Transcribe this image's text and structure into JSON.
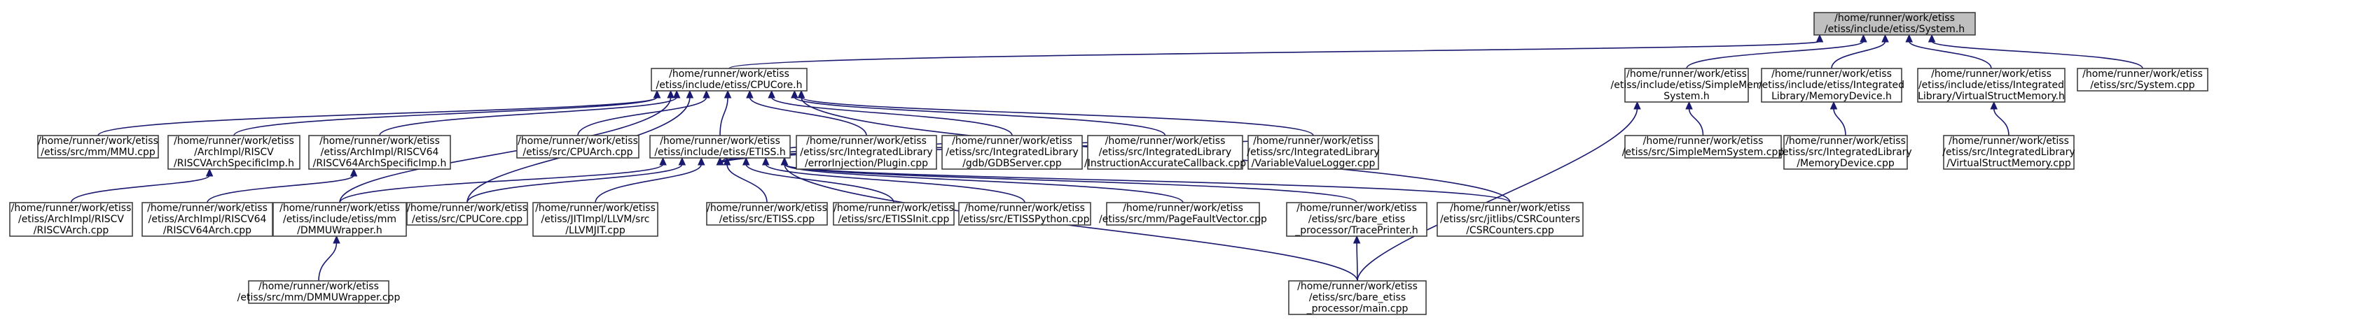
{
  "graph": {
    "nodes": [
      {
        "id": "system_h",
        "lines": [
          "/home/runner/work/etiss",
          "/etiss/include/etiss/System.h"
        ],
        "root": true
      },
      {
        "id": "cpucore_h",
        "lines": [
          "/home/runner/work/etiss",
          "/etiss/include/etiss/CPUCore.h"
        ]
      },
      {
        "id": "simplemem_h",
        "lines": [
          "/home/runner/work/etiss",
          "/etiss/include/etiss/SimpleMem",
          "System.h"
        ]
      },
      {
        "id": "memdev_h",
        "lines": [
          "/home/runner/work/etiss",
          "/etiss/include/etiss/Integrated",
          "Library/MemoryDevice.h"
        ]
      },
      {
        "id": "vsm_h",
        "lines": [
          "/home/runner/work/etiss",
          "/etiss/include/etiss/Integrated",
          "Library/VirtualStructMemory.h"
        ]
      },
      {
        "id": "system_cpp",
        "lines": [
          "/home/runner/work/etiss",
          "/etiss/src/System.cpp"
        ]
      },
      {
        "id": "mmu_cpp",
        "lines": [
          "/home/runner/work/etiss",
          "/etiss/src/mm/MMU.cpp"
        ]
      },
      {
        "id": "riscv_h",
        "lines": [
          "/home/runner/work/etiss",
          "/ArchImpl/RISCV",
          "/RISCVArchSpecificImp.h"
        ]
      },
      {
        "id": "riscv64_h",
        "lines": [
          "/home/runner/work/etiss",
          "/etiss/ArchImpl/RISCV64",
          "/RISCV64ArchSpecificImp.h"
        ]
      },
      {
        "id": "cpuarch_cpp",
        "lines": [
          "/home/runner/work/etiss",
          "/etiss/src/CPUArch.cpp"
        ]
      },
      {
        "id": "etiss_h",
        "lines": [
          "/home/runner/work/etiss",
          "/etiss/include/etiss/ETISS.h"
        ]
      },
      {
        "id": "errinj_cpp",
        "lines": [
          "/home/runner/work/etiss",
          "/etiss/src/IntegratedLibrary",
          "/errorInjection/Plugin.cpp"
        ]
      },
      {
        "id": "gdb_cpp",
        "lines": [
          "/home/runner/work/etiss",
          "/etiss/src/IntegratedLibrary",
          "/gdb/GDBServer.cpp"
        ]
      },
      {
        "id": "iac_cpp",
        "lines": [
          "/home/runner/work/etiss",
          "/etiss/src/IntegratedLibrary",
          "/InstructionAccurateCallback.cpp"
        ]
      },
      {
        "id": "vvl_cpp",
        "lines": [
          "/home/runner/work/etiss",
          "/etiss/src/IntegratedLibrary",
          "/VariableValueLogger.cpp"
        ]
      },
      {
        "id": "simplemem_cpp",
        "lines": [
          "/home/runner/work/etiss",
          "/etiss/src/SimpleMemSystem.cpp"
        ]
      },
      {
        "id": "memdev_cpp",
        "lines": [
          "/home/runner/work/etiss",
          "/etiss/src/IntegratedLibrary",
          "/MemoryDevice.cpp"
        ]
      },
      {
        "id": "vsm_cpp",
        "lines": [
          "/home/runner/work/etiss",
          "/etiss/src/IntegratedLibrary",
          "/VirtualStructMemory.cpp"
        ]
      },
      {
        "id": "riscvarch_cpp",
        "lines": [
          "/home/runner/work/etiss",
          "/etiss/ArchImpl/RISCV",
          "/RISCVArch.cpp"
        ]
      },
      {
        "id": "riscv64arch_cpp",
        "lines": [
          "/home/runner/work/etiss",
          "/etiss/ArchImpl/RISCV64",
          "/RISCV64Arch.cpp"
        ]
      },
      {
        "id": "dmmu_h",
        "lines": [
          "/home/runner/work/etiss",
          "/etiss/include/etiss/mm",
          "/DMMUWrapper.h"
        ]
      },
      {
        "id": "cpucore_cpp",
        "lines": [
          "/home/runner/work/etiss",
          "/etiss/src/CPUCore.cpp"
        ]
      },
      {
        "id": "llvmjit_cpp",
        "lines": [
          "/home/runner/work/etiss",
          "/etiss/JITImpl/LLVM/src",
          "/LLVMJIT.cpp"
        ]
      },
      {
        "id": "etiss_cpp",
        "lines": [
          "/home/runner/work/etiss",
          "/etiss/src/ETISS.cpp"
        ]
      },
      {
        "id": "etissinit_cpp",
        "lines": [
          "/home/runner/work/etiss",
          "/etiss/src/ETISSInit.cpp"
        ]
      },
      {
        "id": "etisspy_cpp",
        "lines": [
          "/home/runner/work/etiss",
          "/etiss/src/ETISSPython.cpp"
        ]
      },
      {
        "id": "pfv_cpp",
        "lines": [
          "/home/runner/work/etiss",
          "/etiss/src/mm/PageFaultVector.cpp"
        ]
      },
      {
        "id": "traceprinter_h",
        "lines": [
          "/home/runner/work/etiss",
          "/etiss/src/bare_etiss",
          "_processor/TracePrinter.h"
        ]
      },
      {
        "id": "csr_cpp",
        "lines": [
          "/home/runner/work/etiss",
          "/etiss/src/jitlibs/CSRCounters",
          "/CSRCounters.cpp"
        ]
      },
      {
        "id": "dmmu_cpp",
        "lines": [
          "/home/runner/work/etiss",
          "/etiss/src/mm/DMMUWrapper.cpp"
        ]
      },
      {
        "id": "main_cpp",
        "lines": [
          "/home/runner/work/etiss",
          "/etiss/src/bare_etiss",
          "_processor/main.cpp"
        ]
      }
    ],
    "edges": [
      [
        "cpucore_h",
        "system_h"
      ],
      [
        "simplemem_h",
        "system_h"
      ],
      [
        "memdev_h",
        "system_h"
      ],
      [
        "vsm_h",
        "system_h"
      ],
      [
        "system_cpp",
        "system_h"
      ],
      [
        "mmu_cpp",
        "cpucore_h"
      ],
      [
        "riscv_h",
        "cpucore_h"
      ],
      [
        "riscv64_h",
        "cpucore_h"
      ],
      [
        "cpuarch_cpp",
        "cpucore_h"
      ],
      [
        "etiss_h",
        "cpucore_h"
      ],
      [
        "errinj_cpp",
        "cpucore_h"
      ],
      [
        "gdb_cpp",
        "cpucore_h"
      ],
      [
        "iac_cpp",
        "cpucore_h"
      ],
      [
        "vvl_cpp",
        "cpucore_h"
      ],
      [
        "dmmu_h",
        "cpucore_h"
      ],
      [
        "cpucore_cpp",
        "cpucore_h"
      ],
      [
        "csr_cpp",
        "cpucore_h"
      ],
      [
        "simplemem_cpp",
        "simplemem_h"
      ],
      [
        "main_cpp",
        "simplemem_h"
      ],
      [
        "memdev_cpp",
        "memdev_h"
      ],
      [
        "vsm_cpp",
        "vsm_h"
      ],
      [
        "riscvarch_cpp",
        "riscv_h"
      ],
      [
        "riscv64arch_cpp",
        "riscv64_h"
      ],
      [
        "dmmu_h",
        "etiss_h"
      ],
      [
        "cpucore_cpp",
        "etiss_h"
      ],
      [
        "llvmjit_cpp",
        "etiss_h"
      ],
      [
        "etiss_cpp",
        "etiss_h"
      ],
      [
        "etissinit_cpp",
        "etiss_h"
      ],
      [
        "etisspy_cpp",
        "etiss_h"
      ],
      [
        "pfv_cpp",
        "etiss_h"
      ],
      [
        "traceprinter_h",
        "etiss_h"
      ],
      [
        "csr_cpp",
        "etiss_h"
      ],
      [
        "main_cpp",
        "etiss_h"
      ],
      [
        "errinj_cpp",
        "etiss_h"
      ],
      [
        "gdb_cpp",
        "etiss_h"
      ],
      [
        "iac_cpp",
        "etiss_h"
      ],
      [
        "vvl_cpp",
        "etiss_h"
      ],
      [
        "dmmu_cpp",
        "dmmu_h"
      ],
      [
        "main_cpp",
        "traceprinter_h"
      ]
    ]
  }
}
